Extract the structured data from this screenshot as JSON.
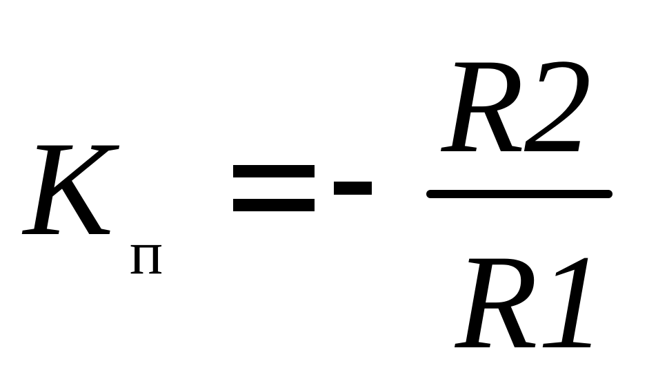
{
  "formula": {
    "lhs_symbol": "K",
    "lhs_subscript": "п",
    "equals_sign": "=",
    "minus_sign": "-",
    "numerator": "R2",
    "denominator": "R1"
  }
}
